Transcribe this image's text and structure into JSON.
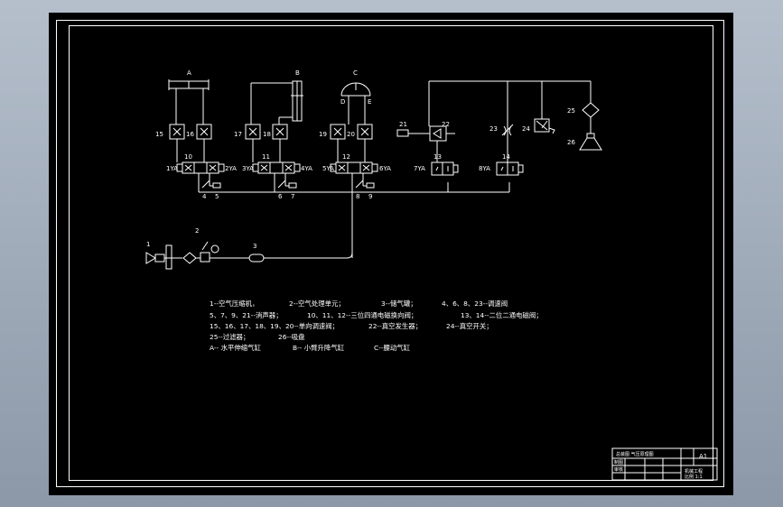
{
  "cylinders": {
    "a": "A",
    "b": "B",
    "c": "C",
    "d": "D",
    "e": "E"
  },
  "components": {
    "c1": "1",
    "c2": "2",
    "c3": "3",
    "c4": "4",
    "c5": "5",
    "c6": "6",
    "c7": "7",
    "c8": "8",
    "c9": "9",
    "c10": "10",
    "c11": "11",
    "c12": "12",
    "c13": "13",
    "c14": "14",
    "c15": "15",
    "c16": "16",
    "c17": "17",
    "c18": "18",
    "c19": "19",
    "c20": "20",
    "c21": "21",
    "c22": "22",
    "c23": "23",
    "c24": "24",
    "c25": "25",
    "c26": "26"
  },
  "solenoids": {
    "s1": "1YA",
    "s2": "2YA",
    "s3": "3YA",
    "s4": "4YA",
    "s5": "5YA",
    "s6": "6YA",
    "s7": "7YA",
    "s8": "8YA"
  },
  "legend": {
    "line1": [
      "1--空气压缩机，",
      "2--空气处理单元；",
      "3--储气罐；",
      "4、6、8、23--调速阀"
    ],
    "line2": [
      "5、7、9、21--消声器；",
      "10、11、12--三位四通电磁换向阀；",
      "13、14--二位二通电磁阀；"
    ],
    "line3": [
      "15、16、17、18、19、20--单向调速阀；",
      "22--真空发生器；",
      "24--真空开关；"
    ],
    "line4": [
      "25--过滤器；",
      "26--吸盘"
    ],
    "line5": [
      "A-- 水平伸缩气缸",
      "B-- 小臂升降气缸",
      "C--腰动气缸"
    ]
  },
  "title_block": {
    "row1": "总装图 气压原理图",
    "sheet_size": "A1",
    "row2": "制图",
    "row3": "审核",
    "school": "机械工程",
    "scale": "比例 1:1"
  },
  "colors": {
    "drawing_bg": "#000000",
    "line": "#ffffff",
    "window_bg": "#9aa6b5"
  }
}
